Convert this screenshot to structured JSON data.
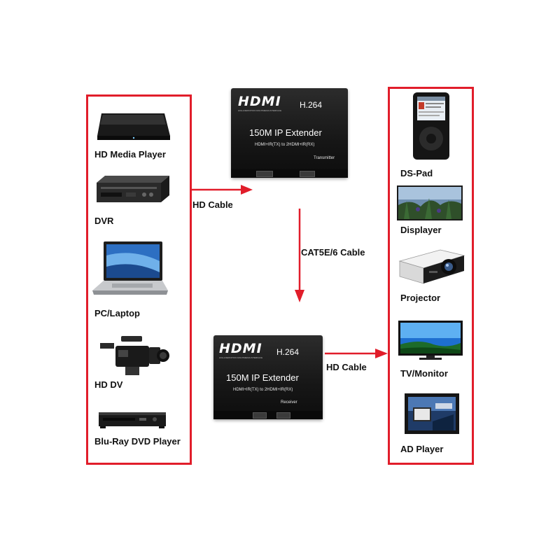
{
  "sources": [
    {
      "label": "HD Media Player",
      "icon": "media-player-icon"
    },
    {
      "label": "DVR",
      "icon": "dvr-icon"
    },
    {
      "label": "PC/Laptop",
      "icon": "laptop-icon"
    },
    {
      "label": "HD DV",
      "icon": "camcorder-icon"
    },
    {
      "label": "Blu-Ray DVD Player",
      "icon": "bluray-player-icon"
    }
  ],
  "displays": [
    {
      "label": "DS-Pad",
      "icon": "ds-pad-icon"
    },
    {
      "label": "Displayer",
      "icon": "displayer-icon"
    },
    {
      "label": "Projector",
      "icon": "projector-icon"
    },
    {
      "label": "TV/Monitor",
      "icon": "tv-monitor-icon"
    },
    {
      "label": "AD Player",
      "icon": "ad-player-icon"
    }
  ],
  "transmitter": {
    "brand": "HDMI",
    "tagline": "HIGH-DEFINITION MULTIMEDIA INTERFACE",
    "codec": "H.264",
    "title": "150M IP Extender",
    "subtitle": "HDMI+IR(TX) to 2HDMI+IR(RX)",
    "role": "Transmitter"
  },
  "receiver": {
    "brand": "HDMI",
    "tagline": "HIGH-DEFINITION MULTIMEDIA INTERFACE",
    "codec": "H.264",
    "title": "150M IP Extender",
    "subtitle": "HDMI+IR(TX) to 2HDMI+IR(RX)",
    "role": "Receiver"
  },
  "connections": {
    "source_cable": "HD Cable",
    "link_cable": "CAT5E/6 Cable",
    "display_cable": "HD Cable"
  },
  "colors": {
    "frame": "#e11d2a",
    "arrow": "#e11d2a",
    "device_body": "#151515"
  }
}
